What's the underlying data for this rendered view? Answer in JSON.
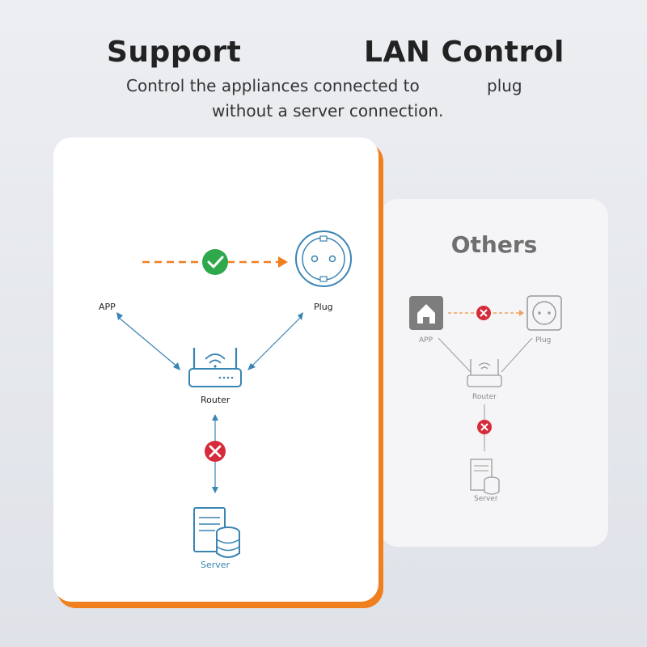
{
  "header": {
    "title_left": "Support",
    "title_right": "LAN Control",
    "subtitle_line1_a": "Control the appliances connected to",
    "subtitle_line1_b": "plug",
    "subtitle_line2": "without a server connection."
  },
  "main_panel": {
    "app_label": "APP",
    "plug_label": "Plug",
    "router_label": "Router",
    "server_label": "Server"
  },
  "other_panel": {
    "title": "Others",
    "app_label": "APP",
    "plug_label": "Plug",
    "router_label": "Router",
    "server_label": "Server"
  },
  "colors": {
    "accent_orange": "#f07f1e",
    "line_blue": "#3a84b3",
    "check_green": "#2ea84a",
    "cross_red": "#d62b3a"
  }
}
